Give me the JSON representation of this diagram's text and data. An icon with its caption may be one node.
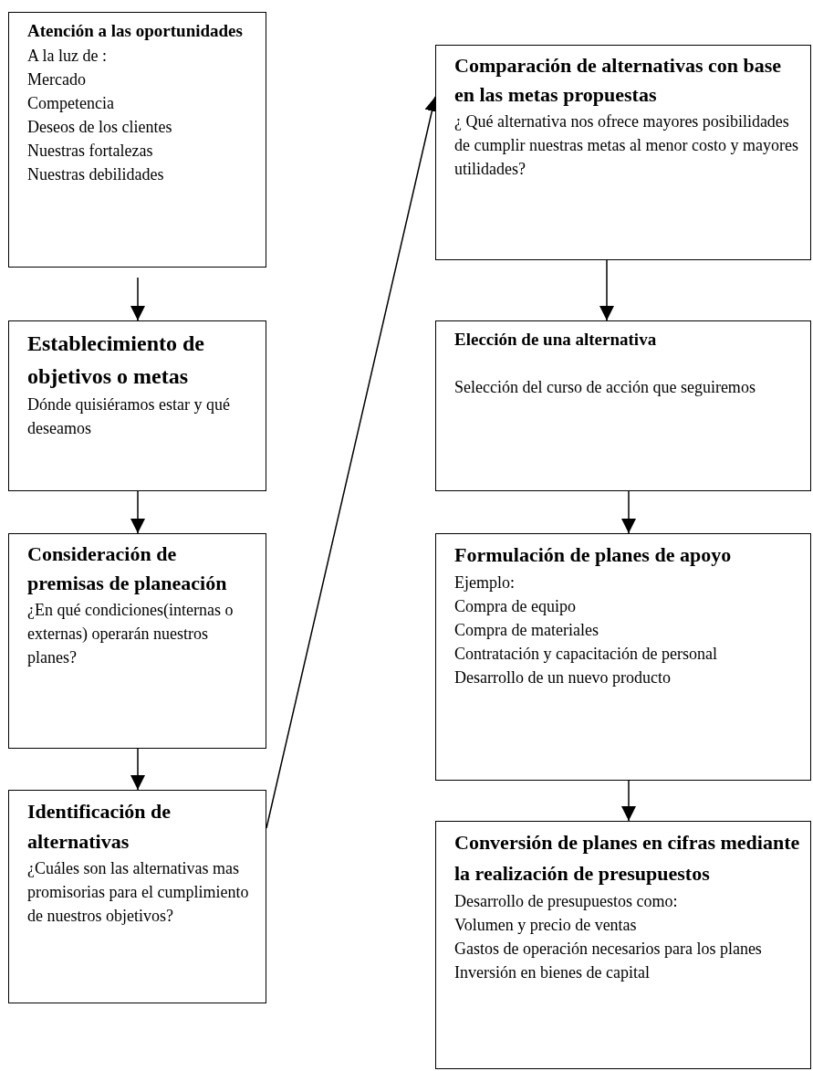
{
  "diagram": {
    "nodes": [
      {
        "text": [
          "Atención a las oportunidades",
          "A la luz de :",
          "Mercado",
          "Competencia",
          "Deseos de los clientes",
          "Nuestras fortalezas",
          "Nuestras debilidades"
        ]
      },
      {
        "text": [
          "Establecimiento de objetivos o metas",
          "Dónde quisiéramos estar y qué deseamos"
        ]
      },
      {
        "text": [
          "Consideración de premisas de planeación",
          "¿En qué condiciones(internas o externas) operarán nuestros planes?"
        ]
      },
      {
        "text": [
          "Identificación de alternativas",
          "¿Cuáles son las alternativas mas promisorias para el cumplimiento de nuestros objetivos?"
        ]
      },
      {
        "text": [
          "Comparación de alternativas con base en las metas propuestas",
          "¿ Qué alternativa nos ofrece mayores posibilidades de cumplir nuestras metas al menor costo y mayores utilidades?"
        ]
      },
      {
        "text": [
          "Elección de una alternativa",
          "Selección del curso de acción que seguiremos"
        ]
      },
      {
        "text": [
          "Formulación de planes  de apoyo",
          "Ejemplo:",
          "Compra de equipo",
          "Compra de materiales",
          "Contratación y capacitación de personal",
          "Desarrollo de un nuevo producto"
        ]
      },
      {
        "text": [
          "Conversión de planes en cifras mediante la realización de presupuestos",
          "Desarrollo de presupuestos como:",
          "Volumen y precio de ventas",
          "Gastos de operación necesarios para los planes",
          "Inversión en bienes de capital"
        ]
      }
    ],
    "edges": [
      {
        "from": 0,
        "to": 1,
        "arrow": "to"
      },
      {
        "from": 1,
        "to": 2,
        "arrow": "to"
      },
      {
        "from": 2,
        "to": 3,
        "arrow": "to"
      },
      {
        "from": 3,
        "to": 4,
        "arrow": "to"
      },
      {
        "from": 4,
        "to": 5,
        "arrow": "to"
      },
      {
        "from": 5,
        "to": 6,
        "arrow": "to"
      },
      {
        "from": 6,
        "to": 7,
        "arrow": "to"
      }
    ]
  }
}
